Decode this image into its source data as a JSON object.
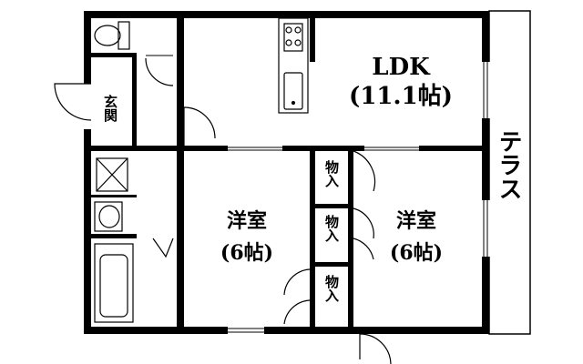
{
  "rooms": {
    "ldk_name": "LDK",
    "ldk_size": "(11.1帖)",
    "western_left_name": "洋室",
    "western_left_size": "(6帖)",
    "western_right_name": "洋室",
    "western_right_size": "(6帖)",
    "entrance": "玄関",
    "storage_1": "物入",
    "storage_2": "物入",
    "storage_3": "物入",
    "terrace": "テラス"
  },
  "colors": {
    "wall": "#000000",
    "background": "#ffffff"
  }
}
